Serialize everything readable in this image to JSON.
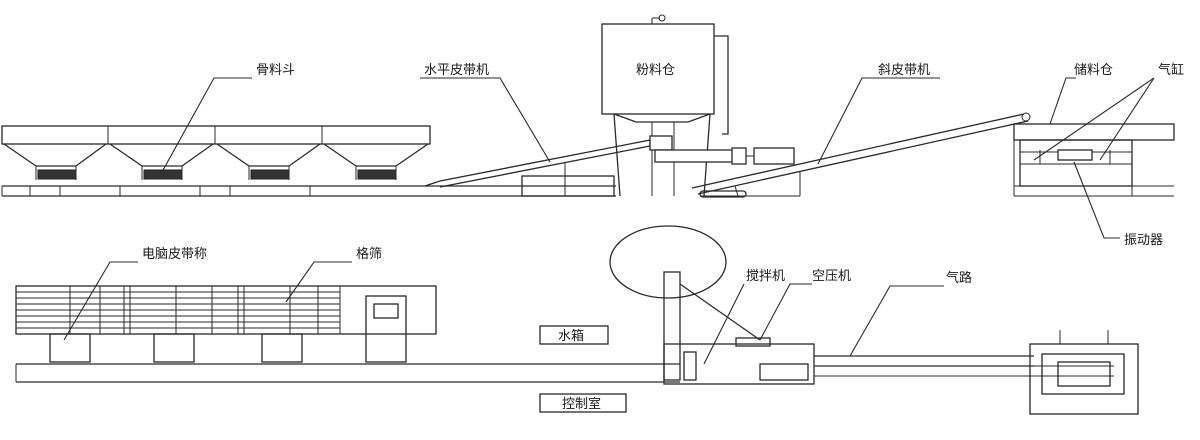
{
  "labels": {
    "aggregate_hopper": "骨料斗",
    "horizontal_belt": "水平皮带机",
    "powder_silo": "粉料仓",
    "inclined_belt": "斜皮带机",
    "storage_bin": "储料仓",
    "air_cylinder": "气缸",
    "vibrator": "振动器",
    "electronic_belt_scale": "电脑皮带称",
    "grid_screen": "格筛",
    "mixer": "搅拌机",
    "air_compressor": "空压机",
    "air_line": "气路",
    "water_tank": "水箱",
    "control_room": "控制室"
  },
  "colors": {
    "line": "#2a2a2a",
    "fill_dark": "#333333",
    "background": "#ffffff"
  }
}
